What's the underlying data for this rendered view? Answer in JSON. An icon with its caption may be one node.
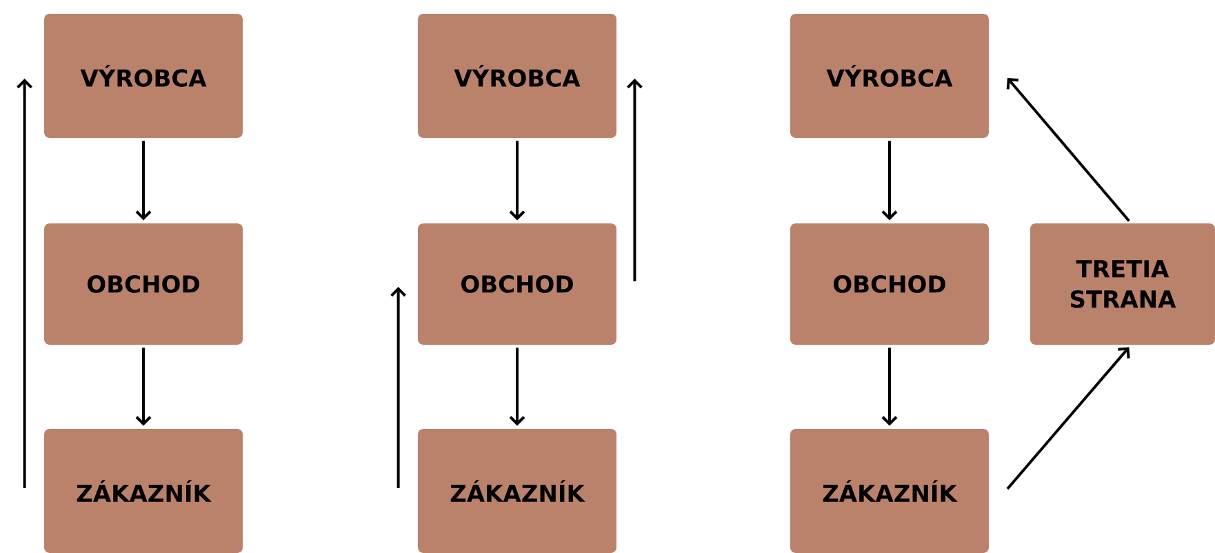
{
  "diagram": {
    "nodes": [
      {
        "text": [
          "VÝROBCA"
        ]
      },
      {
        "text": [
          "OBCHOD"
        ]
      },
      {
        "text": [
          "ZÁKAZNÍK"
        ]
      },
      {
        "text": [
          "VÝROBCA"
        ]
      },
      {
        "text": [
          "OBCHOD"
        ]
      },
      {
        "text": [
          "ZÁKAZNÍK"
        ]
      },
      {
        "text": [
          "VÝROBCA"
        ]
      },
      {
        "text": [
          "OBCHOD"
        ]
      },
      {
        "text": [
          "ZÁKAZNÍK"
        ]
      },
      {
        "text": [
          "TRETIA STRANA"
        ]
      }
    ],
    "edges": [
      {
        "from": 0,
        "to": 1,
        "arrow": "to"
      },
      {
        "from": 1,
        "to": 2,
        "arrow": "to"
      },
      {
        "from": 2,
        "to": 0,
        "arrow": "to"
      },
      {
        "from": 3,
        "to": 4,
        "arrow": "to"
      },
      {
        "from": 4,
        "to": 5,
        "arrow": "to"
      },
      {
        "from": 5,
        "to": 4,
        "arrow": "to"
      },
      {
        "from": 4,
        "to": 3,
        "arrow": "to"
      },
      {
        "from": 6,
        "to": 7,
        "arrow": "to"
      },
      {
        "from": 7,
        "to": 8,
        "arrow": "to"
      },
      {
        "from": 8,
        "to": 9,
        "arrow": "to"
      },
      {
        "from": 9,
        "to": 6,
        "arrow": "to"
      }
    ]
  }
}
